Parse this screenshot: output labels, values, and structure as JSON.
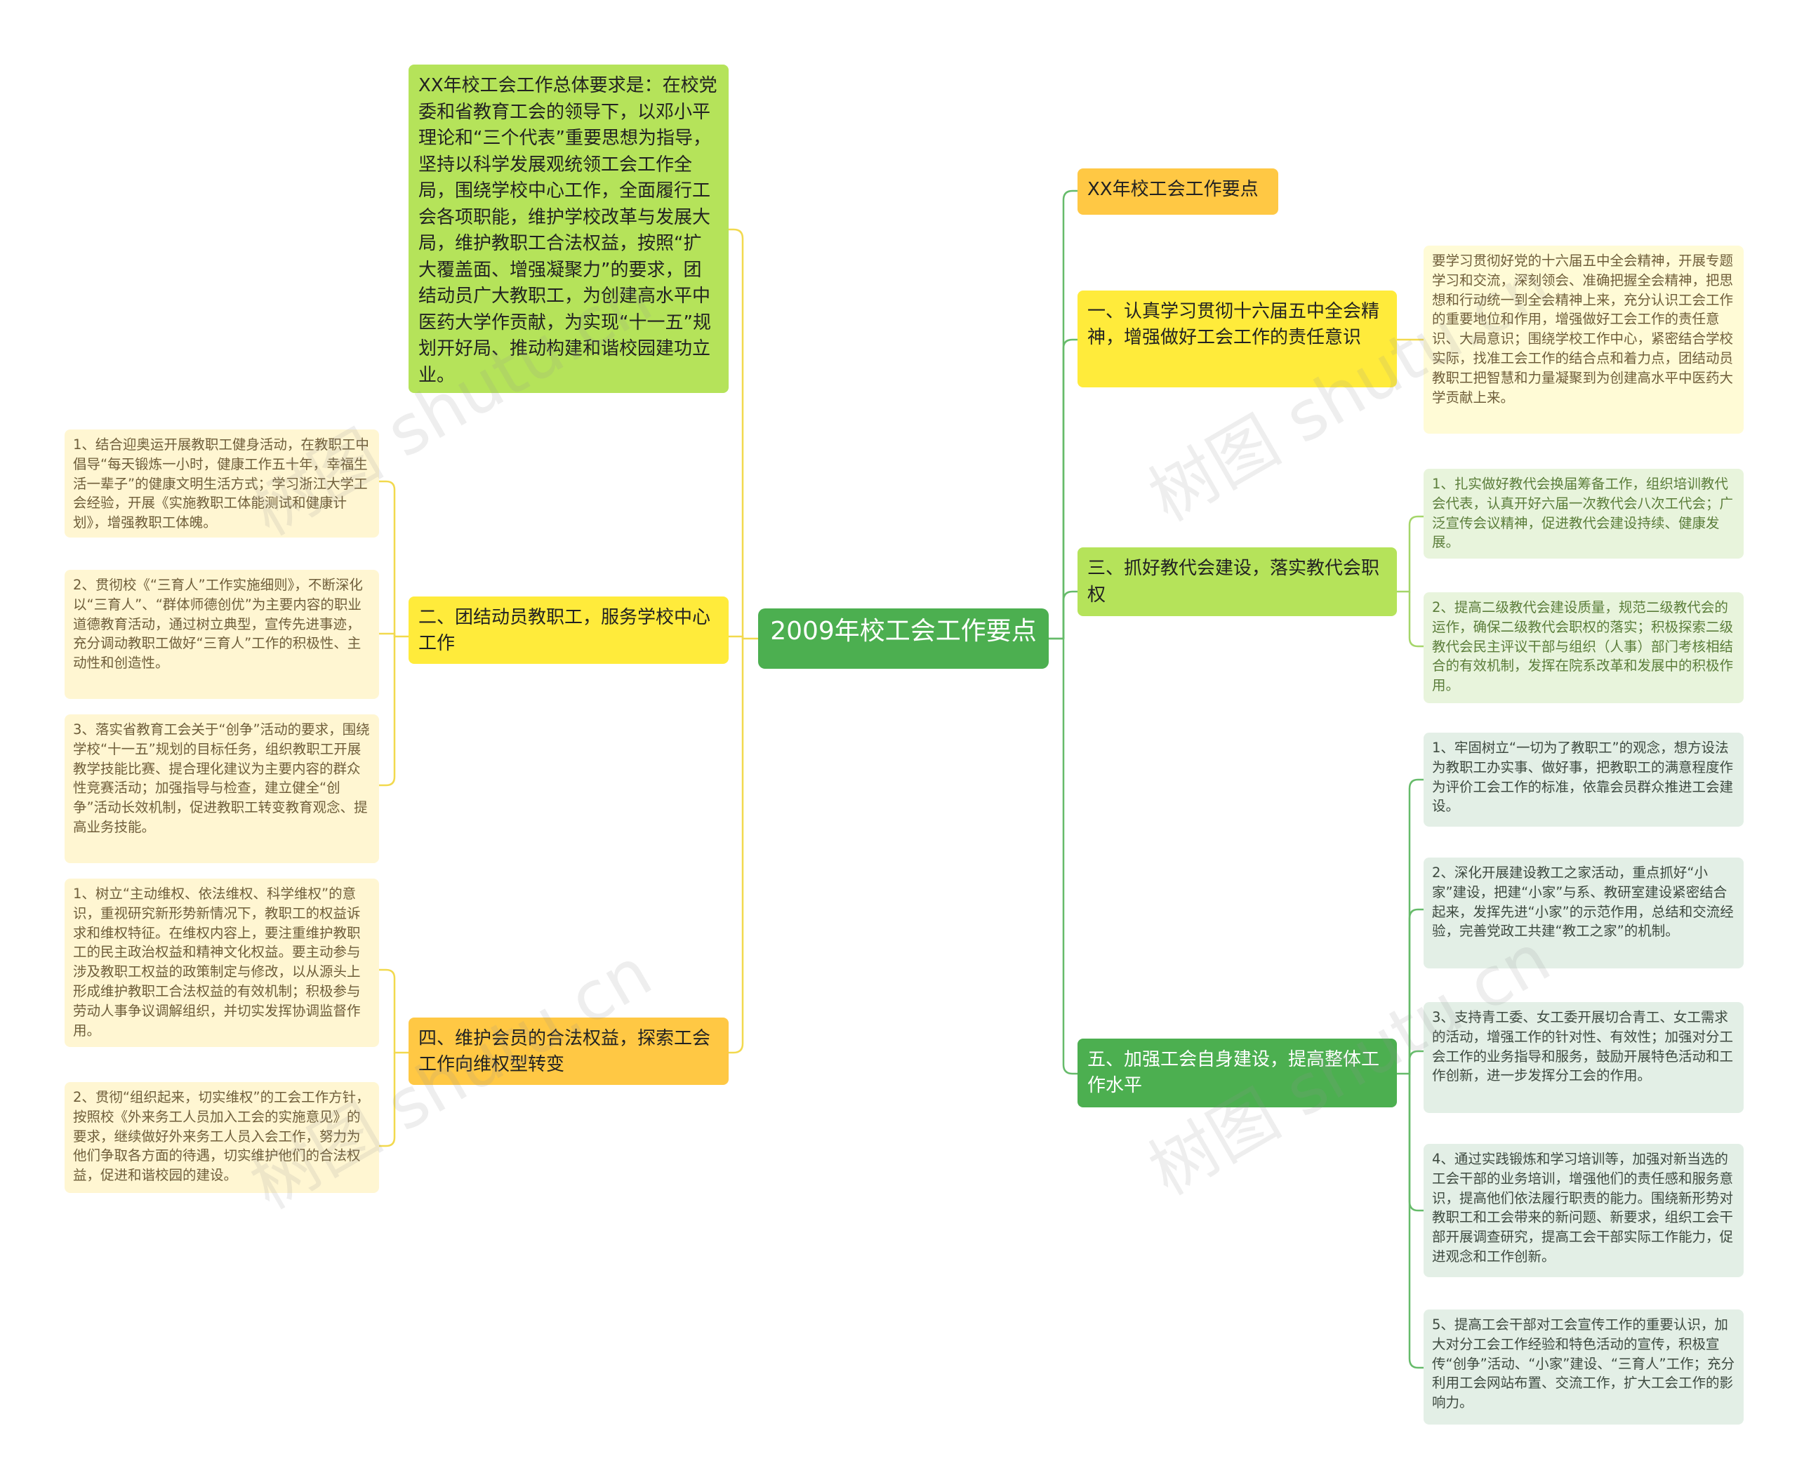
{
  "diagram": {
    "root": {
      "text": "2009年校工会工作要点"
    },
    "left": {
      "summary": "XX年校工会工作总体要求是：在校党委和省教育工会的领导下，以邓小平理论和“三个代表”重要思想为指导，坚持以科学发展观统领工会工作全局，围绕学校中心工作，全面履行工会各项职能，维护学校改革与发展大局，维护教职工合法权益，按照“扩大覆盖面、增强凝聚力”的要求，团结动员广大教职工，为创建高水平中医药大学作贡献，为实现“十一五”规划开好局、推动构建和谐校园建功立业。",
      "branch2": {
        "title": "二、团结动员教职工，服务学校中心工作",
        "items": [
          "1、结合迎奥运开展教职工健身活动，在教职工中倡导“每天锻炼一小时，健康工作五十年，幸福生活一辈子”的健康文明生活方式；学习浙江大学工会经验，开展《实施教职工体能测试和健康计划》，增强教职工体魄。",
          "2、贯彻校《“三育人”工作实施细则》，不断深化以“三育人”、“群体师德创优”为主要内容的职业道德教育活动，通过树立典型，宣传先进事迹，充分调动教职工做好“三育人”工作的积极性、主动性和创造性。",
          "3、落实省教育工会关于“创争”活动的要求，围绕学校“十一五”规划的目标任务，组织教职工开展教学技能比赛、提合理化建议为主要内容的群众性竞赛活动；加强指导与检查，建立健全“创争”活动长效机制，促进教职工转变教育观念、提高业务技能。"
        ]
      },
      "branch4": {
        "title": "四、维护会员的合法权益，探索工会工作向维权型转变",
        "items": [
          "1、树立“主动维权、依法维权、科学维权”的意识，重视研究新形势新情况下，教职工的权益诉求和维权特征。在维权内容上，要注重维护教职工的民主政治权益和精神文化权益。要主动参与涉及教职工权益的政策制定与修改，以从源头上形成维护教职工合法权益的有效机制；积极参与劳动人事争议调解组织，并切实发挥协调监督作用。",
          "2、贯彻“组织起来，切实维权”的工会工作方针，按照校《外来务工人员加入工会的实施意见》的要求，继续做好外来务工人员入会工作，努力为他们争取各方面的待遇，切实维护他们的合法权益，促进和谐校园的建设。"
        ]
      }
    },
    "right": {
      "heading": "XX年校工会工作要点",
      "branch1": {
        "title": "一、认真学习贯彻十六届五中全会精神，增强做好工会工作的责任意识",
        "items": [
          "要学习贯彻好党的十六届五中全会精神，开展专题学习和交流，深刻领会、准确把握全会精神，把思想和行动统一到全会精神上来，充分认识工会工作的重要地位和作用，增强做好工会工作的责任意识、大局意识；围绕学校工作中心，紧密结合学校实际，找准工会工作的结合点和着力点，团结动员教职工把智慧和力量凝聚到为创建高水平中医药大学贡献上来。"
        ]
      },
      "branch3": {
        "title": "三、抓好教代会建设，落实教代会职权",
        "items": [
          "1、扎实做好教代会换届筹备工作，组织培训教代会代表，认真开好六届一次教代会八次工代会；广泛宣传会议精神，促进教代会建设持续、健康发展。",
          "2、提高二级教代会建设质量，规范二级教代会的运作，确保二级教代会职权的落实；积极探索二级教代会民主评议干部与组织（人事）部门考核相结合的有效机制，发挥在院系改革和发展中的积极作用。"
        ]
      },
      "branch5": {
        "title": "五、加强工会自身建设，提高整体工作水平",
        "items": [
          "1、牢固树立“一切为了教职工”的观念，想方设法为教职工办实事、做好事，把教职工的满意程度作为评价工会工作的标准，依靠会员群众推进工会建设。",
          "2、深化开展建设教工之家活动，重点抓好“小家”建设，把建“小家”与系、教研室建设紧密结合起来，发挥先进“小家”的示范作用，总结和交流经验，完善党政工共建“教工之家”的机制。",
          "3、支持青工委、女工委开展切合青工、女工需求的活动，增强工作的针对性、有效性；加强对分工会工作的业务指导和服务，鼓励开展特色活动和工作创新，进一步发挥分工会的作用。",
          "4、通过实践锻炼和学习培训等，加强对新当选的工会干部的业务培训，增强他们的责任感和服务意识，提高他们依法履行职责的能力。围绕新形势对教职工和工会带来的新问题、新要求，组织工会干部开展调查研究，提高工会干部实际工作能力，促进观念和工作创新。",
          "5、提高工会干部对工会宣传工作的重要认识，加大对分工会工作经验和特色活动的宣传，积极宣传“创争”活动、“小家”建设、“三育人”工作；充分利用工会网站布置、交流工作，扩大工会工作的影响力。"
        ]
      }
    },
    "watermark": [
      "树图 shutu.cn",
      "树图 shutu.cn",
      "树图 shutu.cn",
      "树图 shutu.cn"
    ],
    "colors": {
      "root": "#4caf50",
      "branch_yellow": "#ffeb3b",
      "branch_gold": "#ffc844",
      "branch_lime": "#b5e35a",
      "branch_green": "#4caf50",
      "line_yellow": "#f2d94e",
      "line_green": "#66bb6a"
    }
  }
}
